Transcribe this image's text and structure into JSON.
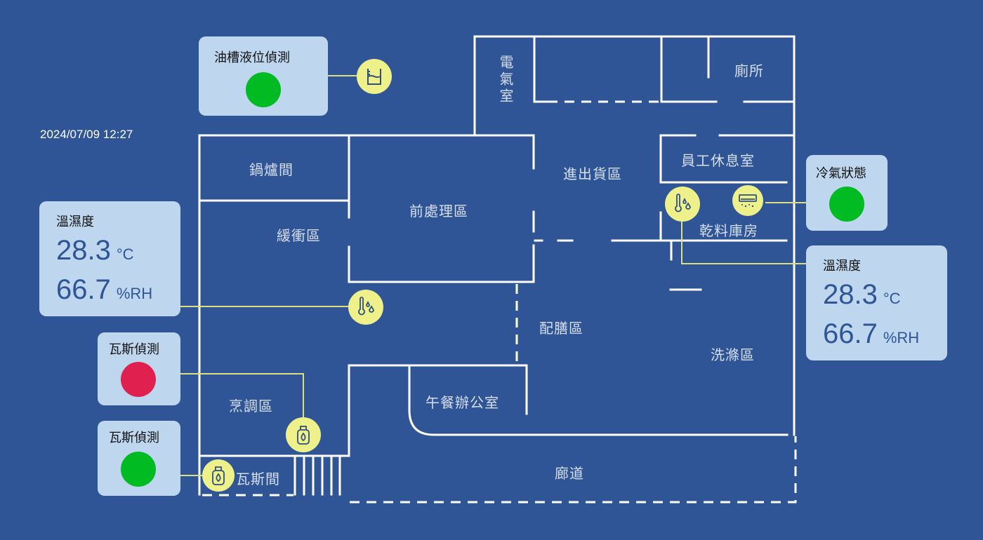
{
  "timestamp": "2024/07/09 12:27",
  "colors": {
    "background": "#2f5597",
    "card": "#bed6ee",
    "ok": "#00bb22",
    "alarm": "#e0204f",
    "sensor": "#eef08a",
    "connector": "#d9e080"
  },
  "rooms": {
    "electric_room": "電氣室",
    "restroom": "廁所",
    "boiler_room": "鍋爐間",
    "pre_processing": "前處理區",
    "loading_area": "進出貨區",
    "staff_lounge": "員工休息室",
    "dry_storage": "乾料庫房",
    "buffer_zone": "緩衝區",
    "distribution_area": "配膳區",
    "washing_area": "洗滌區",
    "cooking_area": "烹調區",
    "lunch_office": "午餐辦公室",
    "gas_room": "瓦斯間",
    "corridor": "廊道"
  },
  "panels": {
    "oil_tank": {
      "title": "油槽液位偵測",
      "status": "normal",
      "icon": "tank-level-icon"
    },
    "temp_humidity_left": {
      "title": "溫濕度",
      "temperature": "28.3",
      "temp_unit": "°C",
      "humidity": "66.7",
      "hum_unit": "%RH",
      "icon": "thermometer-drops-icon"
    },
    "gas_cooking": {
      "title": "瓦斯偵測",
      "status": "alarm",
      "icon": "gas-cylinder-icon"
    },
    "gas_room": {
      "title": "瓦斯偵測",
      "status": "normal",
      "icon": "gas-cylinder-icon"
    },
    "aircon": {
      "title": "冷氣狀態",
      "status": "normal",
      "icon": "air-conditioner-icon"
    },
    "temp_humidity_right": {
      "title": "溫濕度",
      "temperature": "28.3",
      "temp_unit": "°C",
      "humidity": "66.7",
      "hum_unit": "%RH",
      "icon": "thermometer-drops-icon"
    }
  }
}
